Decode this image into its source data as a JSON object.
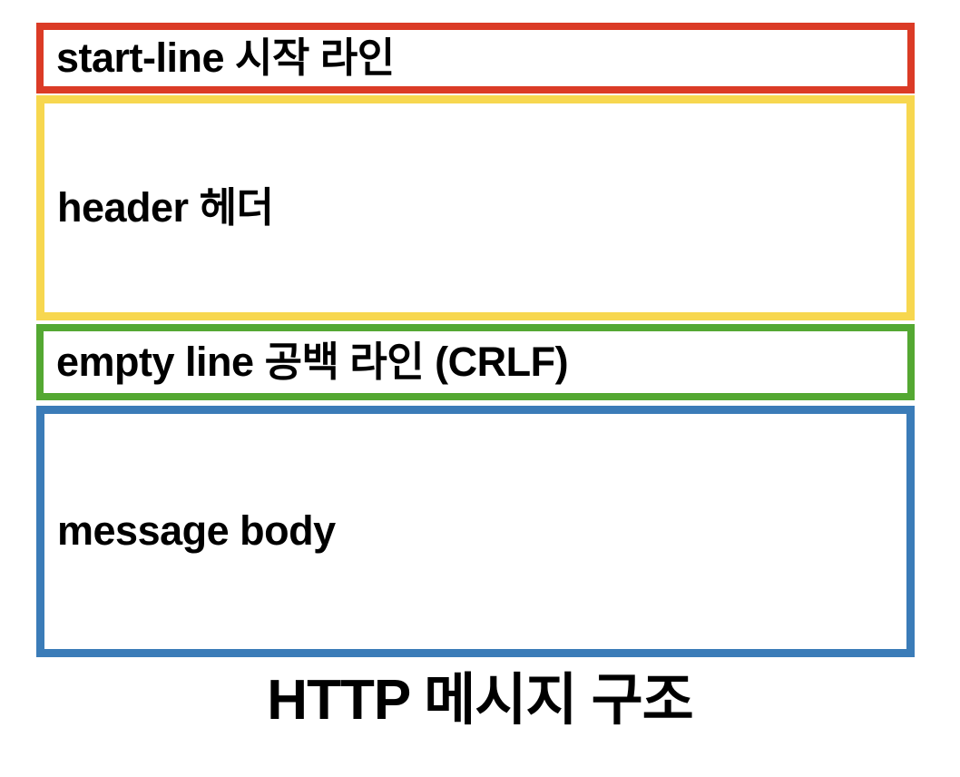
{
  "diagram": {
    "title": "HTTP 메시지 구조",
    "background_color": "#ffffff",
    "text_color": "#000000",
    "boxes": [
      {
        "id": "start-line",
        "label": "start-line 시작 라인",
        "border_color": "#DB3B26",
        "fill_color": "#FFFFFF"
      },
      {
        "id": "header",
        "label": "header 헤더",
        "border_color": "#F7D74F",
        "fill_color": "#FFFFFF"
      },
      {
        "id": "empty-line",
        "label": "empty line 공백 라인 (CRLF)",
        "border_color": "#54A832",
        "fill_color": "#FFFFFF"
      },
      {
        "id": "message-body",
        "label": "message body",
        "border_color": "#3B7CB8",
        "fill_color": "#FFFFFF"
      }
    ]
  }
}
